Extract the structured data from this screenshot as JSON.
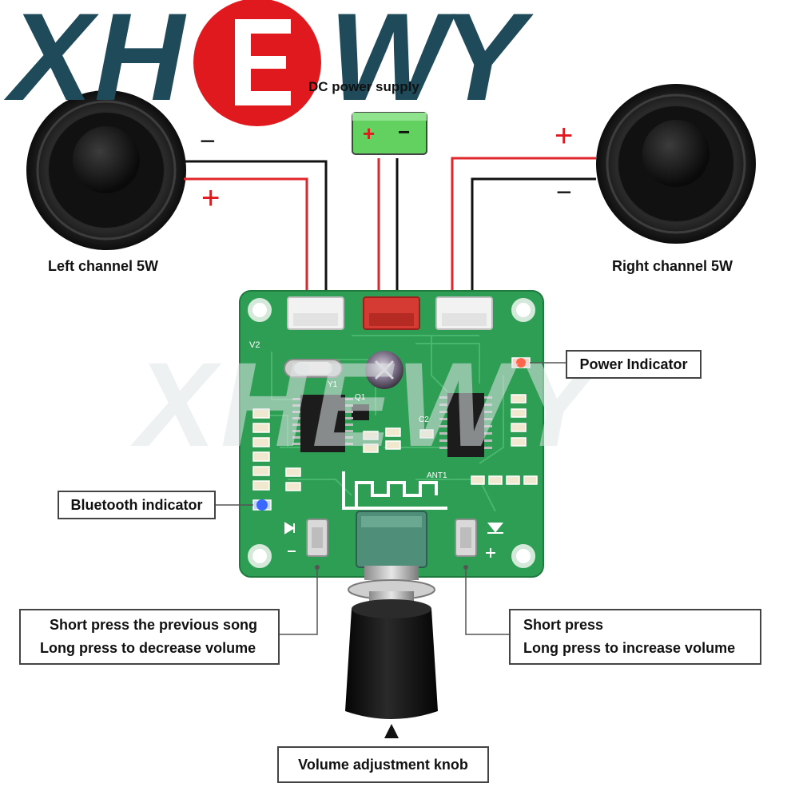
{
  "brand": {
    "logo_text": "XHEWY",
    "letters": [
      "X",
      "H",
      "E",
      "W",
      "Y"
    ],
    "colors": {
      "teal": "#1f4a5a",
      "red": "#e0191e"
    }
  },
  "watermark": "XHEWY",
  "power_supply": {
    "label": "DC power supply",
    "plus": "+",
    "minus": "−"
  },
  "speakers": {
    "left": {
      "label": "Left channel 5W",
      "minus": "−",
      "plus": "+"
    },
    "right": {
      "label": "Right channel 5W",
      "plus": "+",
      "minus": "−"
    }
  },
  "callouts": {
    "power_indicator": "Power Indicator",
    "bluetooth_indicator": "Bluetooth indicator",
    "prev_button": {
      "line1": "Short press the previous song",
      "line2": "Long press to decrease volume"
    },
    "next_button": {
      "line1": "Short press",
      "line2": "Long press to increase volume"
    },
    "volume_knob": "Volume adjustment knob"
  },
  "pcb": {
    "version": "V2",
    "crystal": "Y1",
    "transistor": "Q1",
    "antenna": "ANT1",
    "cap_c2": "C2",
    "board_color": "#2e9e55"
  }
}
